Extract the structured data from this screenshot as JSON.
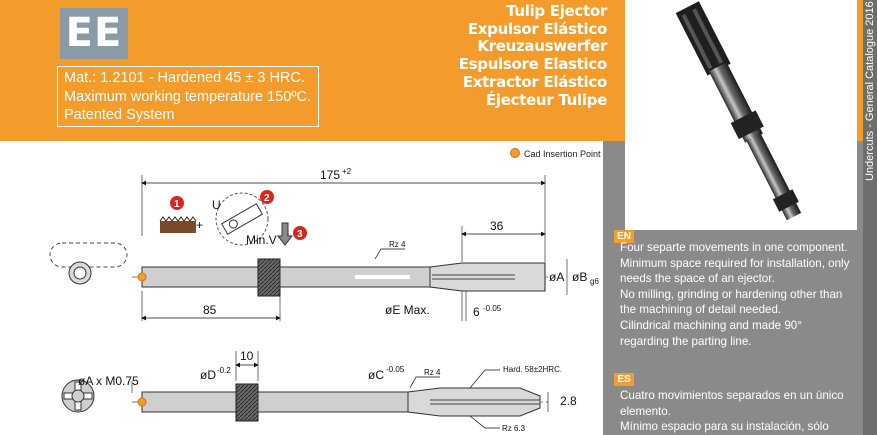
{
  "header": {
    "code": "EE",
    "material_lines": [
      "Mat.: 1.2101 - Hardened 45 ± 3 HRC.",
      "Maximum working temperature 150ºC.",
      "Patented System"
    ],
    "titles": [
      "Tulip Ejector",
      "Expulsor Elástico",
      "Kreuzauswerfer",
      "Espulsore Elastico",
      "Extractor Elástico",
      "Éjecteur Tulipe"
    ]
  },
  "side_label": "Undercuts - General Catalogue 2016",
  "cad_label": "Cad Insertion Point",
  "drawing": {
    "total_length": "175",
    "total_tol": "+2",
    "tip_length": "36",
    "shank_length": "85",
    "dia_e": "øE Max.",
    "six": "6",
    "six_tol": "-0.05",
    "dia_a": "øA",
    "dia_b": "øB",
    "dia_b_sub": "g6",
    "rz4": "Rz 4",
    "rz63": "Rz 6.3",
    "u_label": "U",
    "minv": "Min.V",
    "plus": "+",
    "ten": "10",
    "dia_d": "øD",
    "dia_d_tol": "-0.2",
    "dia_c": "øC",
    "dia_c_tol": "-0.05",
    "thread": "øA x M0.75",
    "hard": "Hard. 58±2HRC.",
    "two_eight": "2.8",
    "markers": [
      "1",
      "2",
      "3"
    ]
  },
  "sections": [
    {
      "lang": "EN",
      "lines": [
        "Four separte movements in one component.",
        "Minimum space required for installation, only needs the space of an ejector.",
        "No milling, grinding or hardening other than the machining of detail needed.",
        "Cilindrical machining and made 90° regarding the parting line."
      ]
    },
    {
      "lang": "ES",
      "lines": [
        "Cuatro movimientos separados en un único elemento.",
        "Mínimo espacio para su instalación, sólo"
      ]
    }
  ],
  "colors": {
    "accent": "#f39b2b",
    "panel": "#8a8a8a",
    "code_box": "#8a9aa6",
    "marker": "#d9261c"
  }
}
